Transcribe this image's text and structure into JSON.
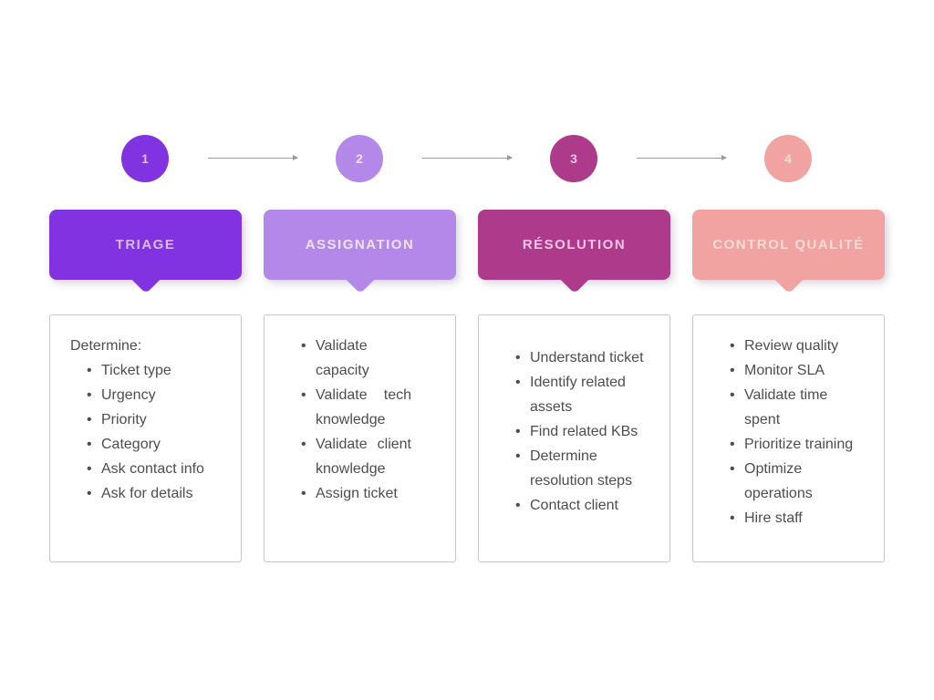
{
  "colors": {
    "background": "#FFFFFF",
    "card_border": "#C6C6C6",
    "list_text": "#4D4D4D",
    "arrow": "#9A9A9A"
  },
  "steps": [
    {
      "number": "1",
      "title": "TRIAGE",
      "color": "#8133E1",
      "text_color": "#D7BDF2",
      "lead": "Determine:",
      "items": [
        "Ticket type",
        "Urgency",
        "Priority",
        "Category",
        "Ask contact info",
        "Ask for details"
      ]
    },
    {
      "number": "2",
      "title": "ASSIGNATION",
      "color": "#B388E9",
      "text_color": "#EDE2FA",
      "items": [
        "Validate capacity",
        "Validate tech knowledge",
        "Validate client knowledge",
        "Assign ticket"
      ]
    },
    {
      "number": "3",
      "title": "RÉSOLUTION",
      "color": "#AE3A8C",
      "text_color": "#F0C6E2",
      "items": [
        "Understand ticket",
        "Identify related assets",
        "Find related KBs",
        "Determine resolution steps",
        "Contact client"
      ]
    },
    {
      "number": "4",
      "title": "CONTROL QUALITÉ",
      "color": "#F1A3A1",
      "text_color": "#F9DBD6",
      "items": [
        "Review quality",
        "Monitor SLA",
        "Validate time spent",
        "Prioritize training",
        "Optimize operations",
        "Hire staff"
      ]
    }
  ]
}
